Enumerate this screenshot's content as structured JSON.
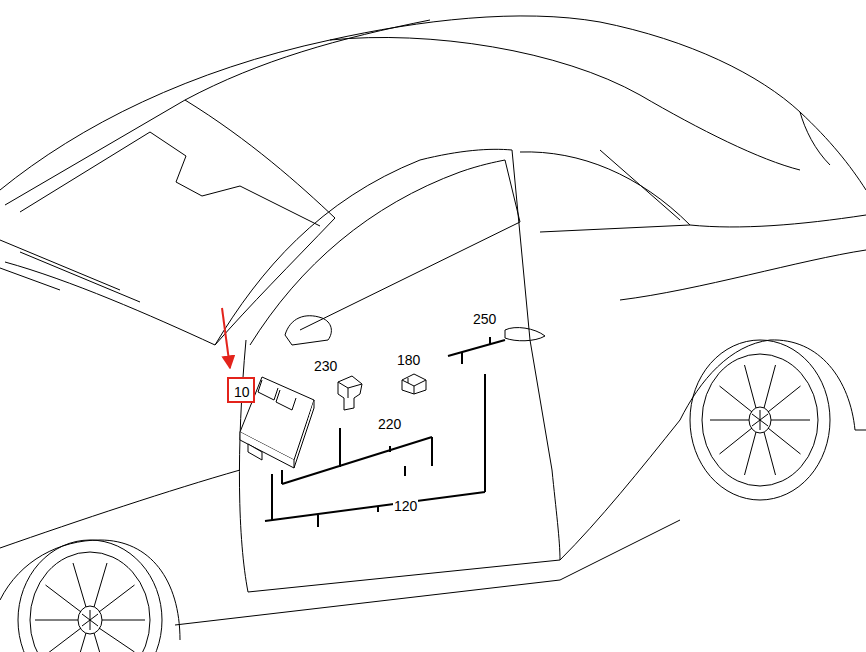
{
  "diagram": {
    "nodes": [
      {
        "text": [
          "10"
        ]
      }
    ],
    "labels": [
      "230",
      "180",
      "250",
      "220",
      "120"
    ]
  }
}
